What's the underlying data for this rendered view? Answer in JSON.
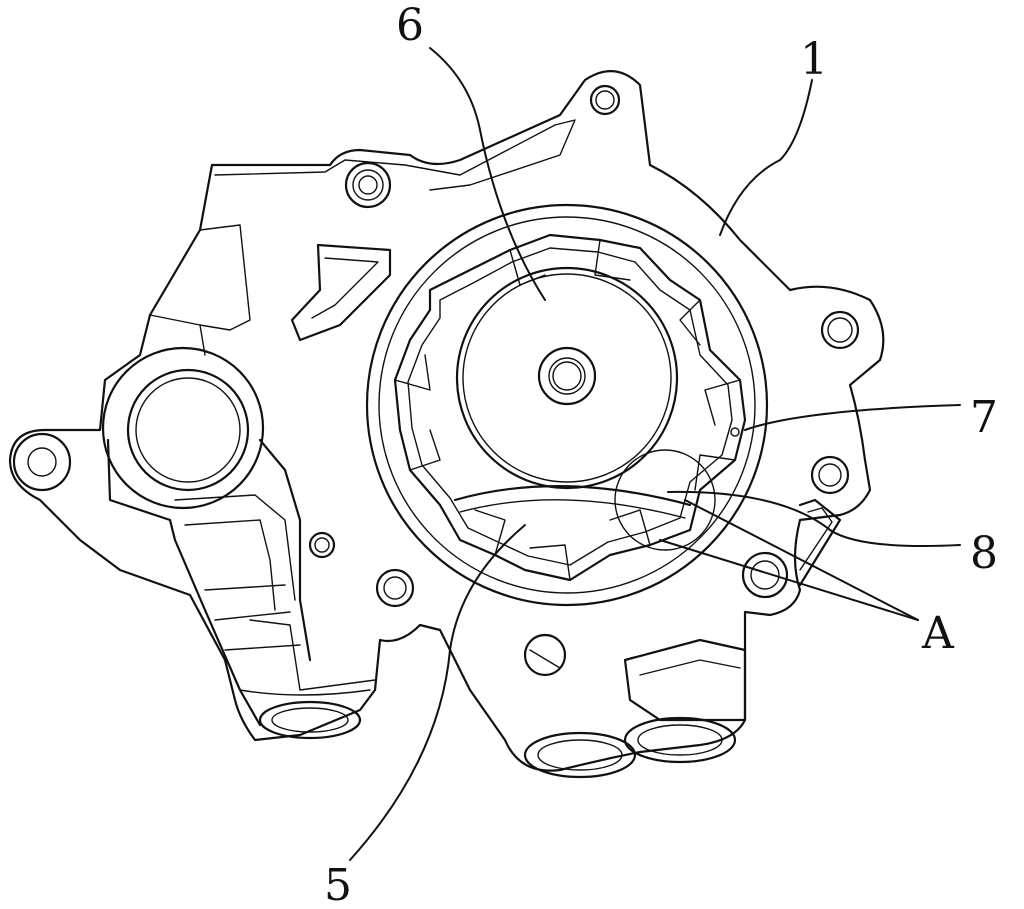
{
  "figure": {
    "labels": {
      "housing": "1",
      "inner_rotor": "6",
      "point": "7",
      "outer_rotor": "8",
      "lower_part": "5",
      "detail": "A"
    }
  }
}
